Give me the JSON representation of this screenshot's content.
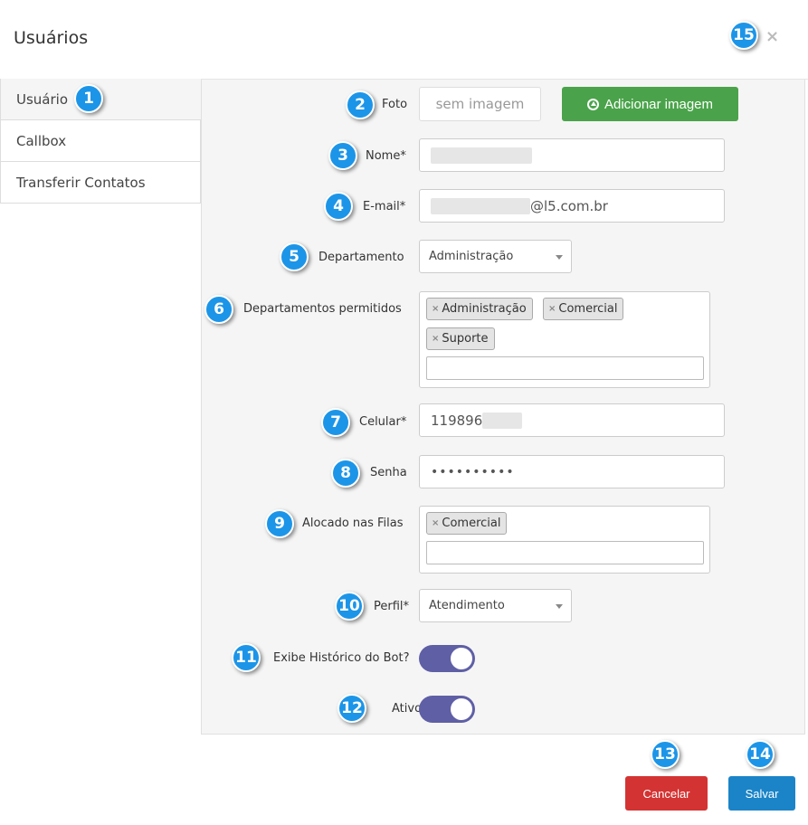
{
  "modal": {
    "title": "Usuários",
    "close_symbol": "×"
  },
  "sidebar": {
    "items": [
      {
        "label": "Usuário"
      },
      {
        "label": "Callbox"
      },
      {
        "label": "Transferir Contatos"
      }
    ]
  },
  "form": {
    "foto": {
      "label": "Foto",
      "placeholder": "sem imagem",
      "button_label": "Adicionar imagem"
    },
    "nome": {
      "label": "Nome*"
    },
    "email": {
      "label": "E-mail*",
      "visible_suffix": "@l5.com.br"
    },
    "departamento": {
      "label": "Departamento",
      "selected": "Administração"
    },
    "departamentos_permitidos": {
      "label": "Departamentos permitidos",
      "tags": [
        "Administração",
        "Comercial",
        "Suporte"
      ]
    },
    "celular": {
      "label": "Celular*",
      "visible_value": "119896"
    },
    "senha": {
      "label": "Senha",
      "masked_value": "••••••••••"
    },
    "alocado_filas": {
      "label": "Alocado nas Filas",
      "tags": [
        "Comercial"
      ]
    },
    "perfil": {
      "label": "Perfil*",
      "selected": "Atendimento"
    },
    "exibe_historico": {
      "label": "Exibe Histórico do Bot?",
      "enabled": true
    },
    "ativo": {
      "label": "Ativo",
      "enabled": true
    }
  },
  "footer": {
    "cancel_label": "Cancelar",
    "save_label": "Salvar"
  },
  "tag_remove_symbol": "×",
  "callouts": [
    "1",
    "2",
    "3",
    "4",
    "5",
    "6",
    "7",
    "8",
    "9",
    "10",
    "11",
    "12",
    "13",
    "14",
    "15"
  ],
  "colors": {
    "accent": "#1c95e8",
    "success": "#4aa34a",
    "danger": "#d43333",
    "primary": "#1b84c8",
    "toggle": "#5f5fa6"
  }
}
